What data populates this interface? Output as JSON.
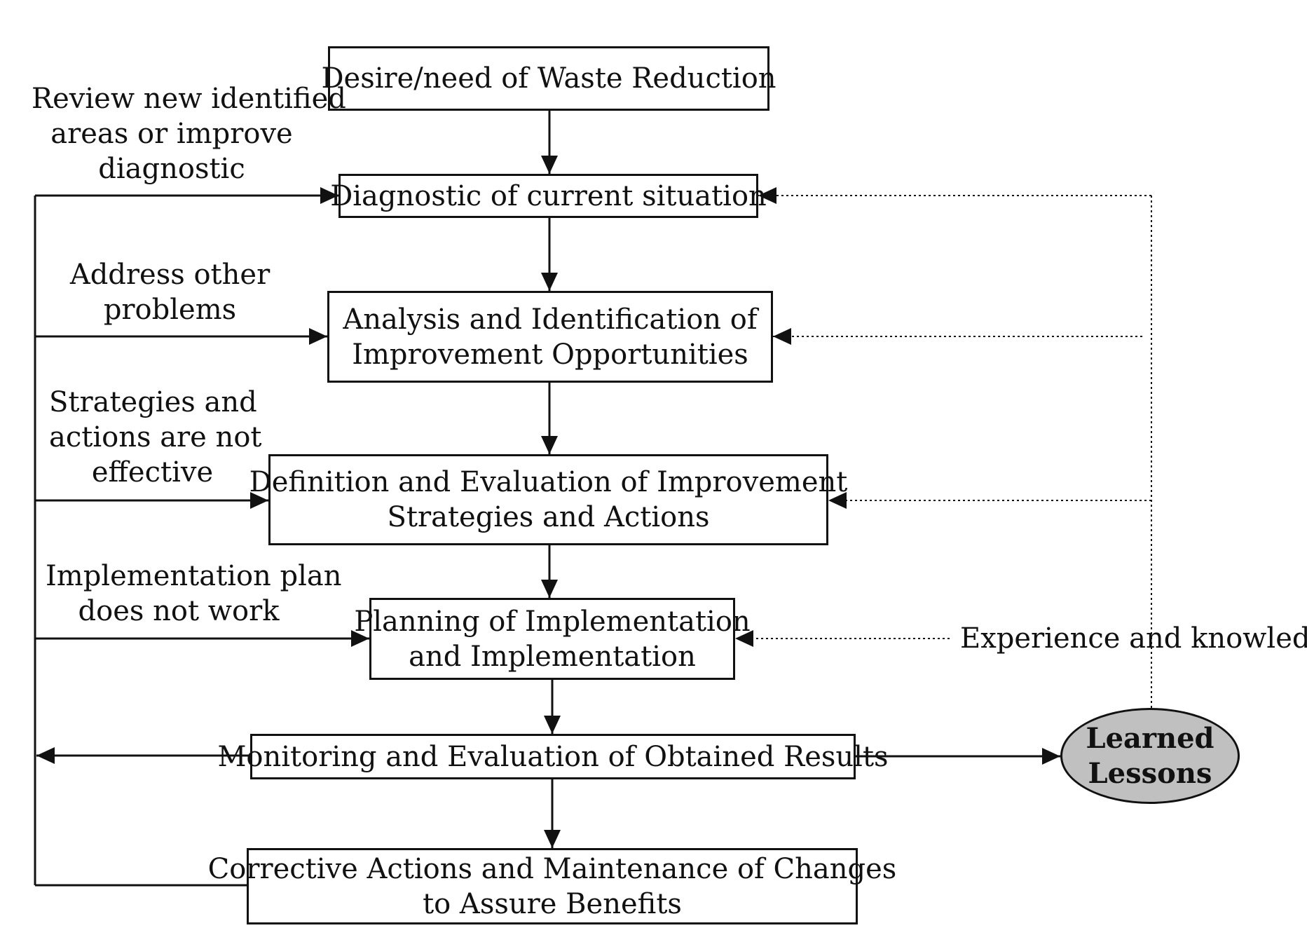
{
  "colors": {
    "line": "#111111",
    "background": "#ffffff",
    "lessons_fill": "#c0c0c0"
  },
  "steps": [
    {
      "lines": [
        "Desire/need of Waste Reduction"
      ]
    },
    {
      "lines": [
        "Diagnostic of current situation"
      ]
    },
    {
      "lines": [
        "Analysis and Identification of",
        "Improvement Opportunities"
      ]
    },
    {
      "lines": [
        "Definition and Evaluation of Improvement",
        "Strategies and Actions"
      ]
    },
    {
      "lines": [
        "Planning of Implementation",
        "and Implementation"
      ]
    },
    {
      "lines": [
        "Monitoring and Evaluation of Obtained Results"
      ]
    },
    {
      "lines": [
        "Corrective Actions and Maintenance of Changes",
        "to Assure Benefits"
      ]
    }
  ],
  "feedback": [
    {
      "lines": [
        "Review new identified",
        "areas or improve",
        "diagnostic"
      ]
    },
    {
      "lines": [
        "Address other",
        "problems"
      ]
    },
    {
      "lines": [
        "Strategies and",
        "actions are not",
        "effective"
      ]
    },
    {
      "lines": [
        "Implementation plan",
        "does not work"
      ]
    }
  ],
  "experience_label": "Experience and knowledge",
  "lessons": {
    "lines": [
      "Learned",
      "Lessons"
    ]
  }
}
